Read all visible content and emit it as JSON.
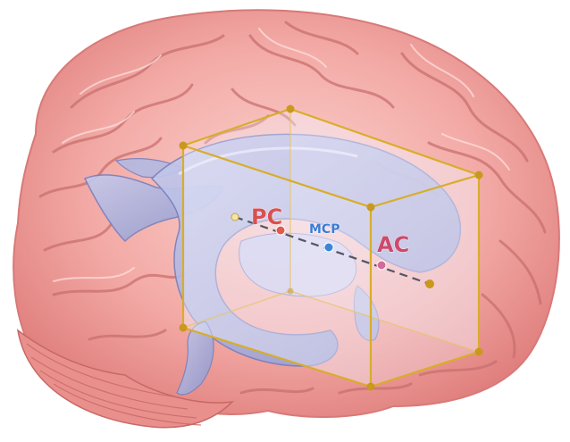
{
  "labels": {
    "pc": "PC",
    "mcp": "MCP",
    "ac": "AC"
  },
  "colors": {
    "brain": "#f2a7a5",
    "brain_dark": "#c9706f",
    "brain_light": "#fcd8d4",
    "ventricle": "#a7afd9",
    "ventricle_dark": "#6e78b6",
    "box_edge": "#d8ad2a",
    "box_fill": "#f4f2ff",
    "pc_color": "#d95050",
    "mcp_color": "#3a7bd5",
    "ac_color": "#cc4a6e"
  },
  "icons": {
    "pc_marker": "red-dot-icon",
    "mcp_marker": "blue-dot-icon",
    "ac_marker": "pink-dot-icon"
  }
}
